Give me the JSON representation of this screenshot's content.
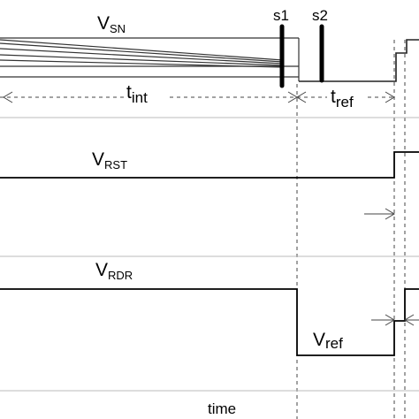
{
  "labels": {
    "v_sn": {
      "main": "V",
      "sub": "SN"
    },
    "v_rst": {
      "main": "V",
      "sub": "RST"
    },
    "v_rdr": {
      "main": "V",
      "sub": "RDR"
    },
    "v_ref": {
      "main": "V",
      "sub": "ref"
    },
    "t_int": {
      "main": "t",
      "sub": "int"
    },
    "t_ref": {
      "main": "t",
      "sub": "ref"
    },
    "s1": "s1",
    "s2": "s2",
    "x_axis": "time"
  }
}
